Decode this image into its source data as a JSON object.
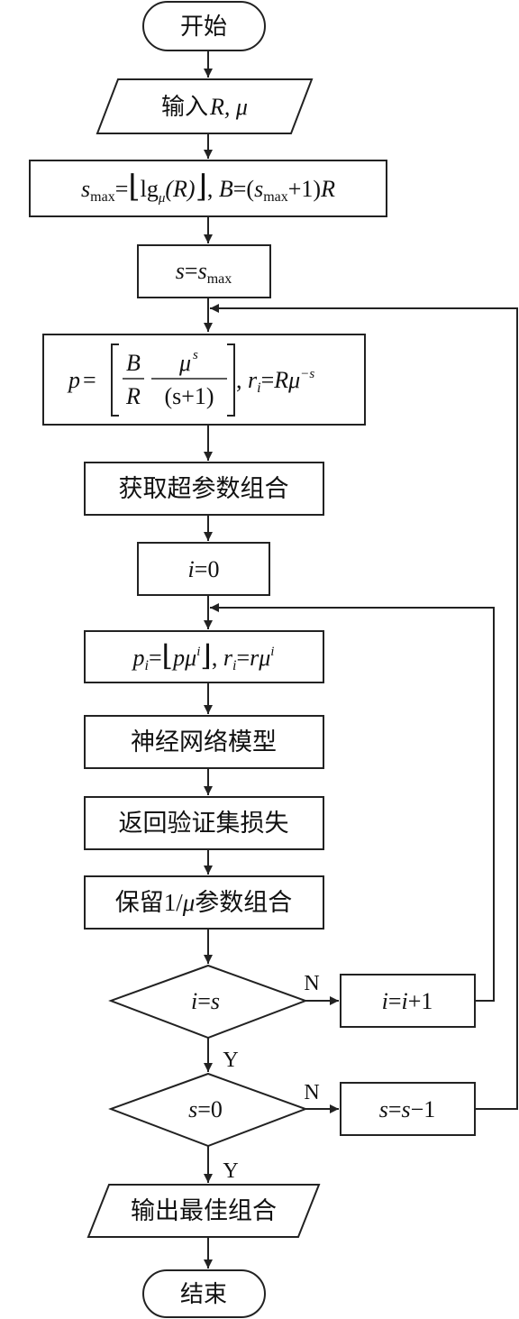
{
  "nodes": {
    "start": "开始",
    "input": {
      "prefix": "输入",
      "vars": "R, μ"
    },
    "compute_smax": {
      "s": "s",
      "max": "max",
      "eq": "=",
      "lbr": "⌊",
      "lg": "lg",
      "mu": "μ",
      "argR": "(R)",
      "rbr": "⌋",
      "sep": ", ",
      "B": "B",
      "eq2": "=(",
      "s2": "s",
      "max2": "max",
      "plus": "+1)",
      "R": "R"
    },
    "set_s": {
      "s": "s",
      "eq": "=",
      "s2": "s",
      "max": "max"
    },
    "compute_p": {
      "p": "p",
      "eq": "=",
      "B": "B",
      "R": "R",
      "mu": "μ",
      "sup_s": "s",
      "den": "(s+1)",
      "sep": ", ",
      "r": "r",
      "sub_i": "i",
      "eq2": "=",
      "R2": "R",
      "mu2": "μ",
      "sup_neg_s": "−s"
    },
    "get_combos": "获取超参数组合",
    "set_i": {
      "i": "i",
      "eq": "=0"
    },
    "compute_pi": {
      "p": "p",
      "sub_i": "i",
      "eq": "=",
      "lbr": "⌊",
      "p2": "pμ",
      "sup_i": "i",
      "rbr": "⌋",
      "sep": ", ",
      "r": "r",
      "sub_i2": "i",
      "eq2": "=",
      "r2": "rμ",
      "sup_i2": "i"
    },
    "nn_model": "神经网络模型",
    "return_loss": "返回验证集损失",
    "keep": {
      "prefix": "保留1/",
      "mu": "μ",
      "suffix": "参数组合"
    },
    "cond_i": {
      "i": "i",
      "eq": "=",
      "s": "s"
    },
    "inc_i": {
      "i": "i",
      "eq": "=",
      "i2": "i",
      "plus": "+1"
    },
    "cond_s": {
      "s": "s",
      "eq": "=0"
    },
    "dec_s": {
      "s": "s",
      "eq": "=",
      "s2": "s",
      "minus": "−1"
    },
    "output": "输出最佳组合",
    "end": "结束"
  },
  "edges": {
    "no_label": "N",
    "yes_label": "Y"
  },
  "colors": {
    "stroke": "#222222",
    "text": "#111111",
    "fill": "#ffffff"
  }
}
